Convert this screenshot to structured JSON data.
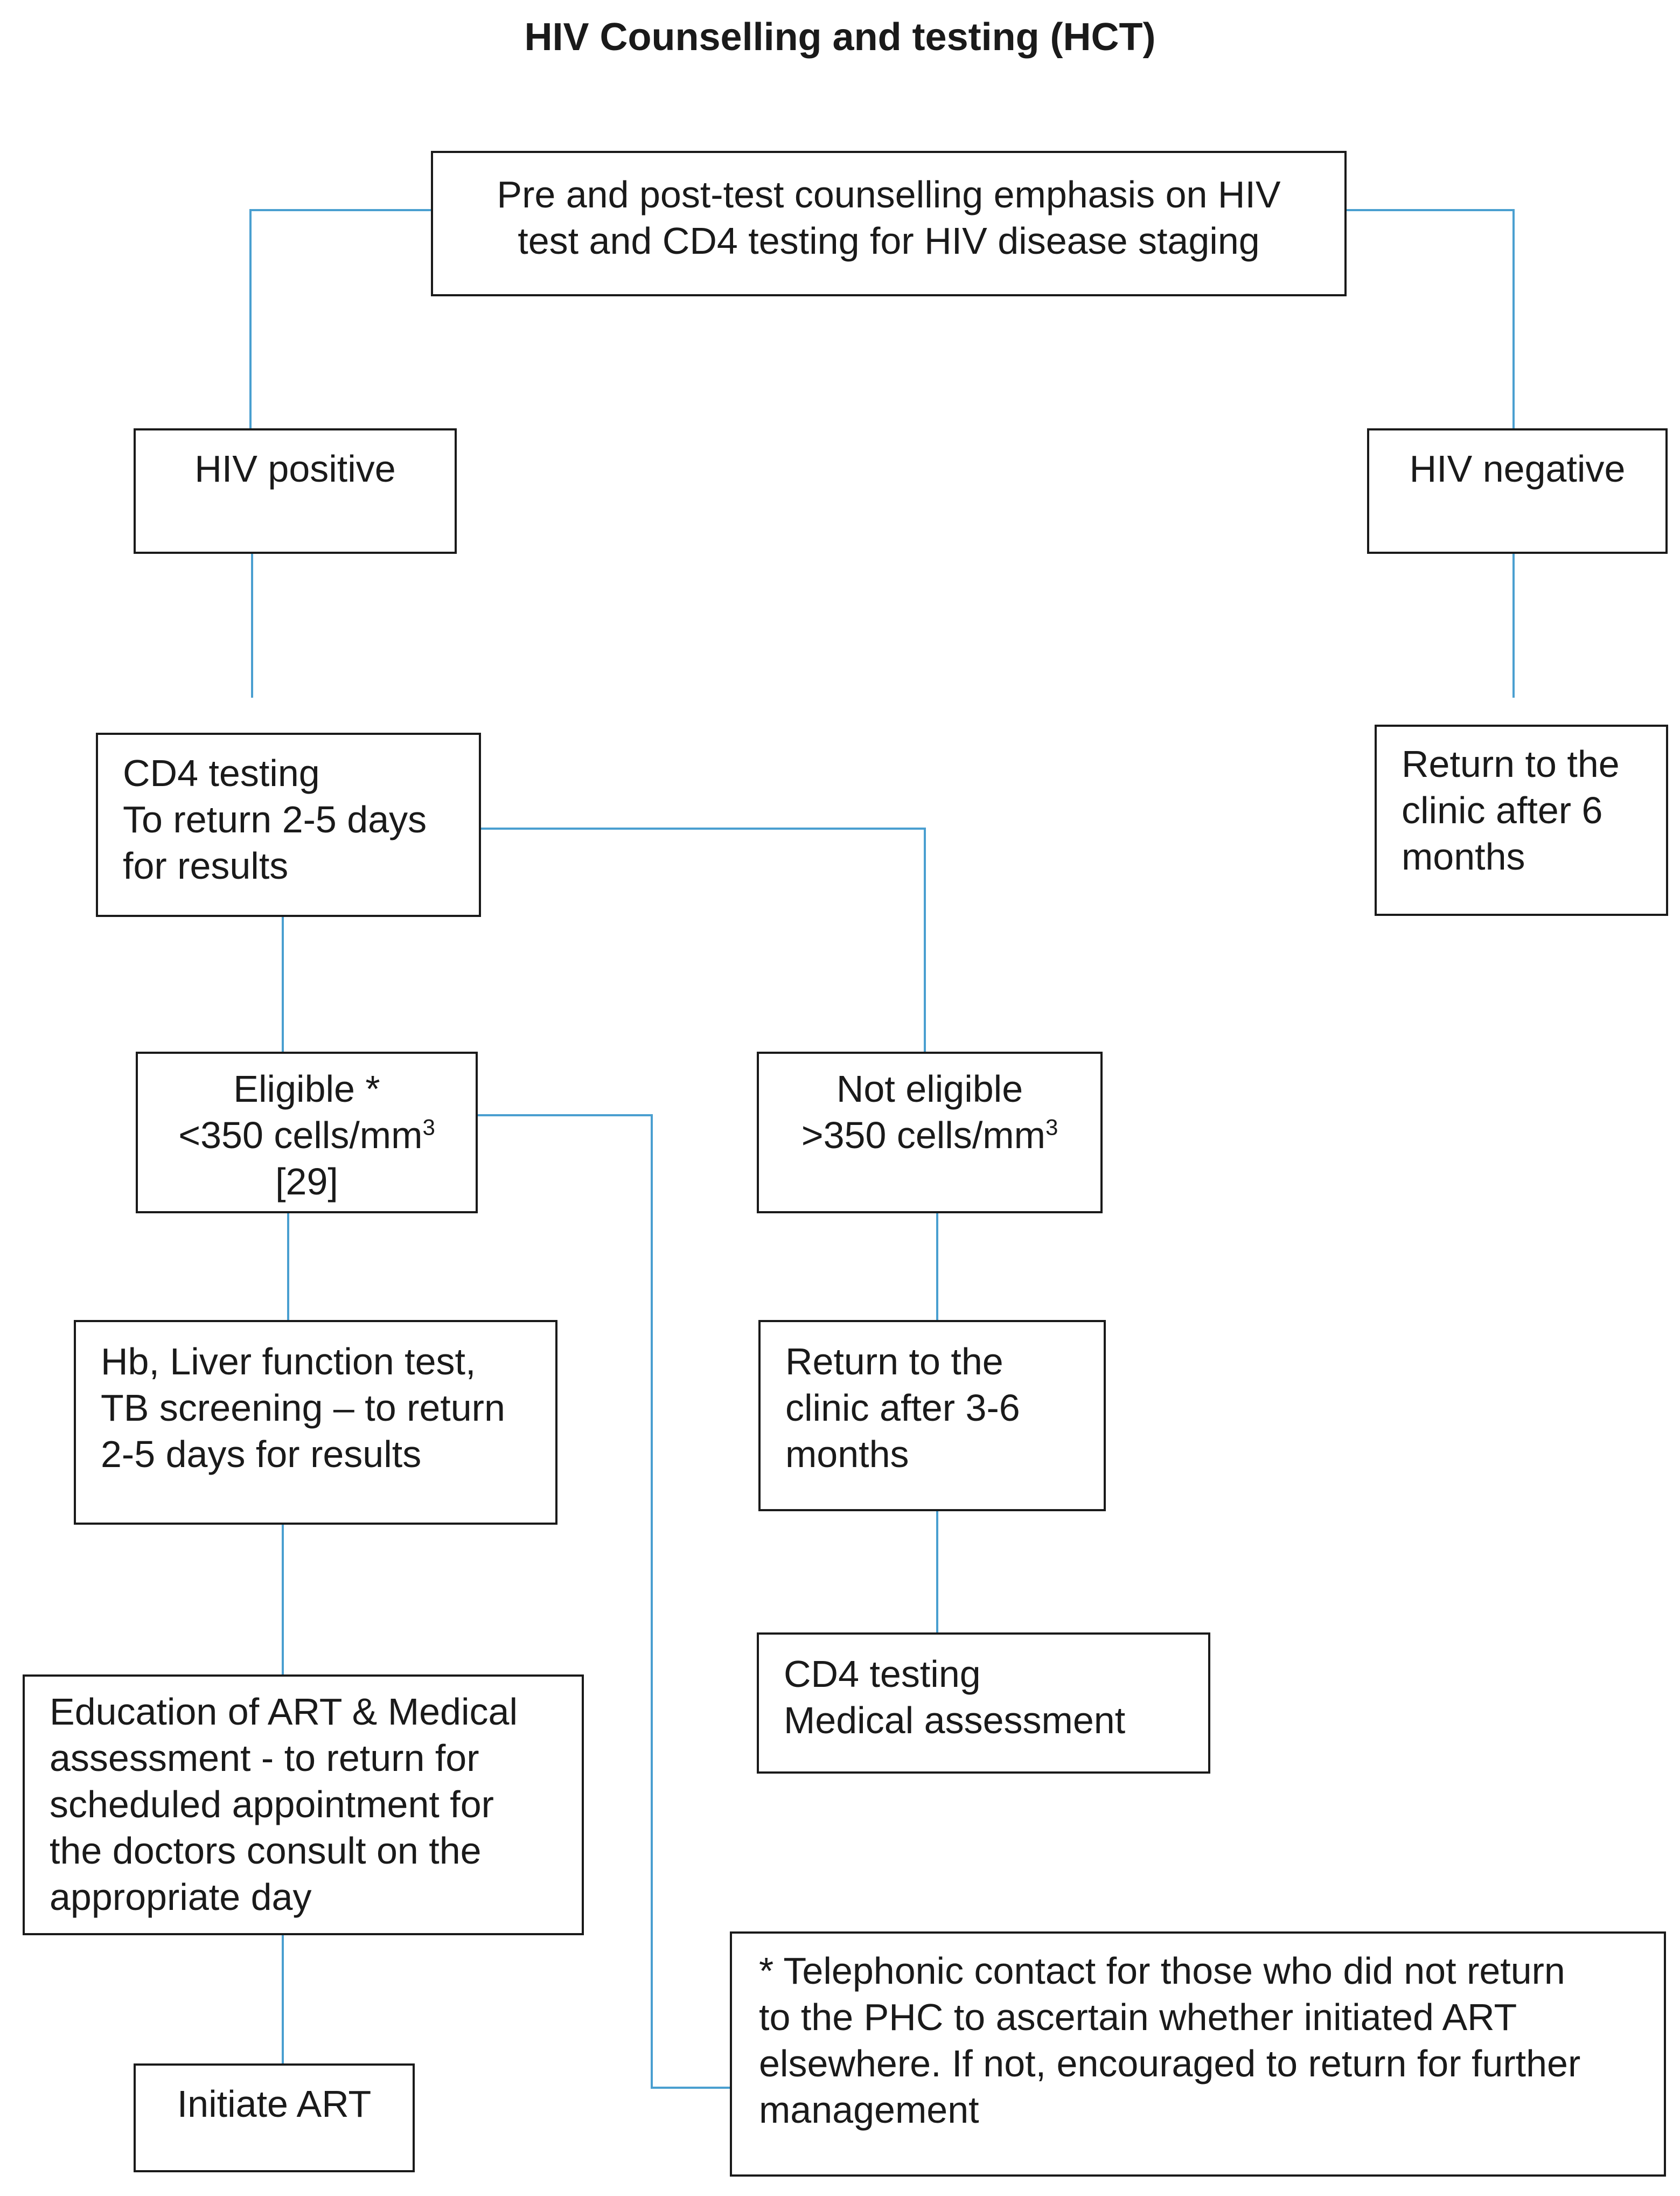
{
  "title": "HIV Counselling and testing (HCT)",
  "boxes": {
    "counselling": [
      "Pre and post-test counselling emphasis on HIV",
      "test and CD4 testing for HIV disease staging"
    ],
    "hiv_positive": "HIV positive",
    "hiv_negative": "HIV negative",
    "return_6_months": [
      "Return to the",
      "clinic after 6",
      "months"
    ],
    "cd4_testing": [
      "CD4 testing",
      "To return 2-5 days",
      "for results"
    ],
    "eligible": {
      "line1": "Eligible *",
      "line2": "<350 cells/mm",
      "sup": "3",
      "line3": "[29]"
    },
    "not_eligible": {
      "line1": "Not eligible",
      "line2": ">350 cells/mm",
      "sup": "3"
    },
    "hb_tests": [
      "Hb, Liver function test,",
      "TB screening – to return",
      "2-5 days for results"
    ],
    "return_3_6_months": [
      "Return to the",
      "clinic after 3-6",
      "months"
    ],
    "cd4_medical": [
      "CD4 testing",
      "Medical assessment"
    ],
    "education": [
      "Education of ART & Medical",
      "assessment - to return for",
      "scheduled appointment for",
      "the doctors consult on the",
      "appropriate day"
    ],
    "initiate_art": "Initiate ART",
    "telephonic_note": [
      "* Telephonic contact for those who did not return",
      "to the PHC to ascertain whether initiated ART",
      "elsewhere. If not, encouraged to return for further",
      "management"
    ]
  },
  "colors": {
    "connector": "#4a9fd0",
    "border": "#1a1a1a"
  }
}
